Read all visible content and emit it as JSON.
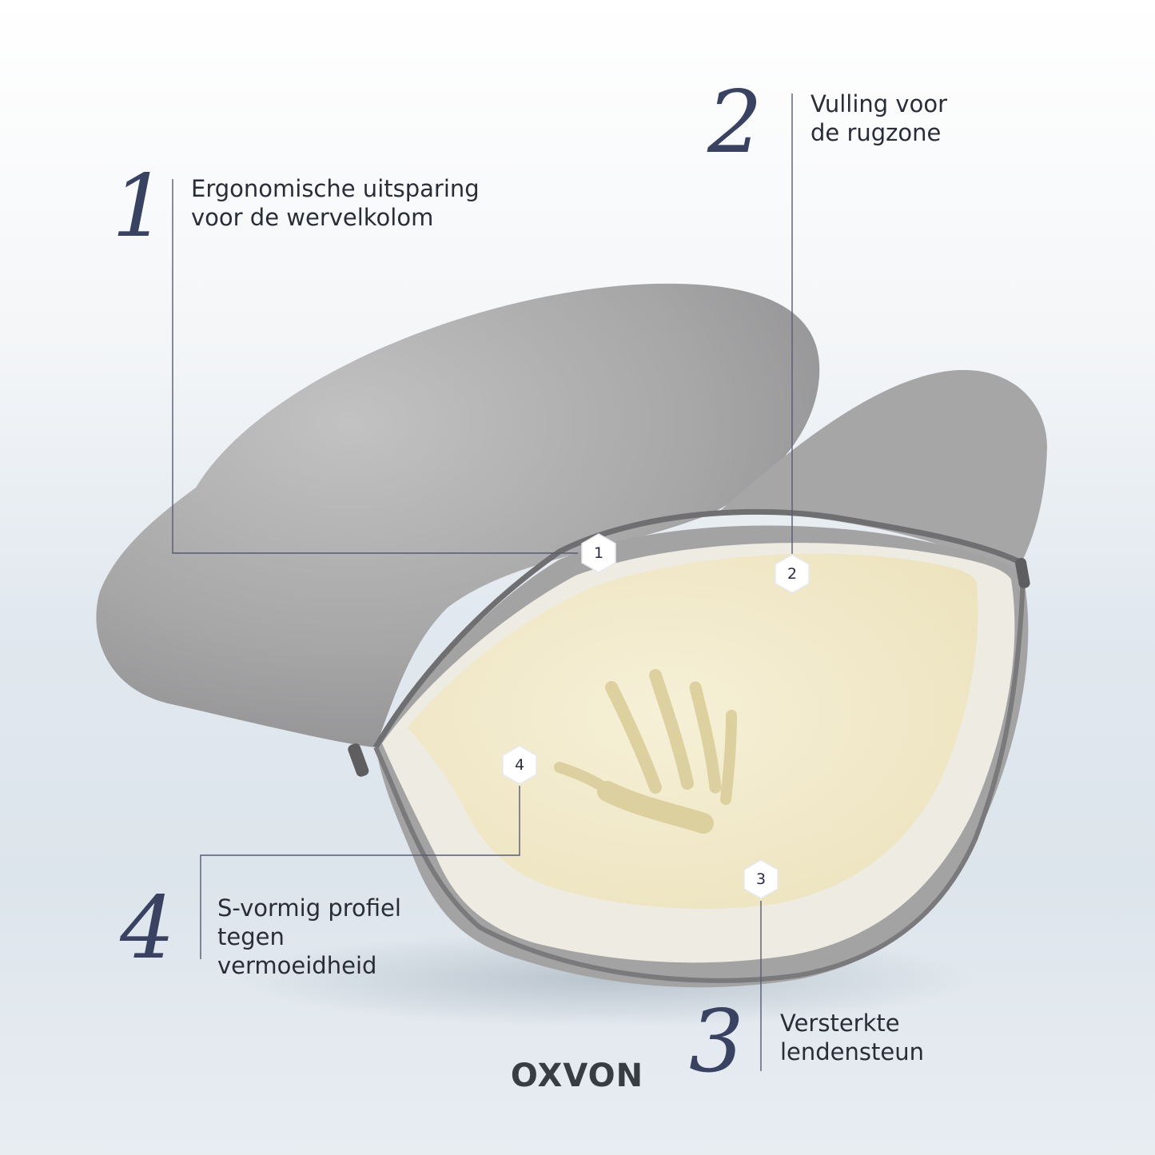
{
  "callouts": [
    {
      "number": "1",
      "lines": [
        "Ergonomische uitsparing",
        "voor de wervelkolom"
      ]
    },
    {
      "number": "2",
      "lines": [
        "Vulling voor",
        "de rugzone"
      ]
    },
    {
      "number": "3",
      "lines": [
        "Versterkte",
        "lendensteun"
      ]
    },
    {
      "number": "4",
      "lines": [
        "S-vormig profiel",
        "tegen",
        "vermoeidheid"
      ]
    }
  ],
  "badges": [
    "1",
    "2",
    "3",
    "4"
  ],
  "brand": "OXVON",
  "colors": {
    "accent": "#3a4262",
    "cushion_grey": "#a9a9aa",
    "foam": "#f3ecd2",
    "brand_text": "#3a3c44"
  }
}
